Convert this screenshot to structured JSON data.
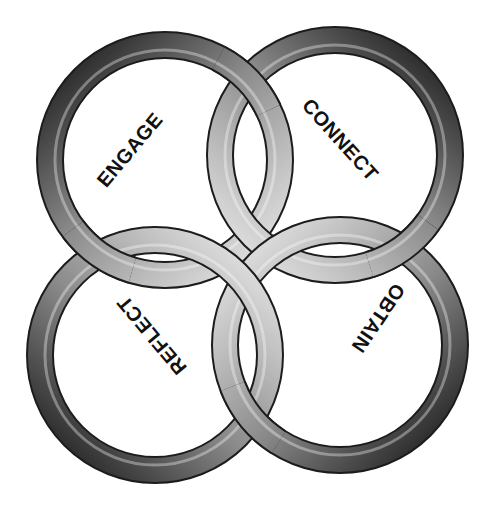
{
  "diagram": {
    "nodes": [
      {
        "text": [
          "ENGAGE"
        ]
      },
      {
        "text": [
          "CONNECT"
        ]
      },
      {
        "text": [
          "OBTAIN"
        ]
      },
      {
        "text": [
          "REFLECT"
        ]
      }
    ]
  }
}
